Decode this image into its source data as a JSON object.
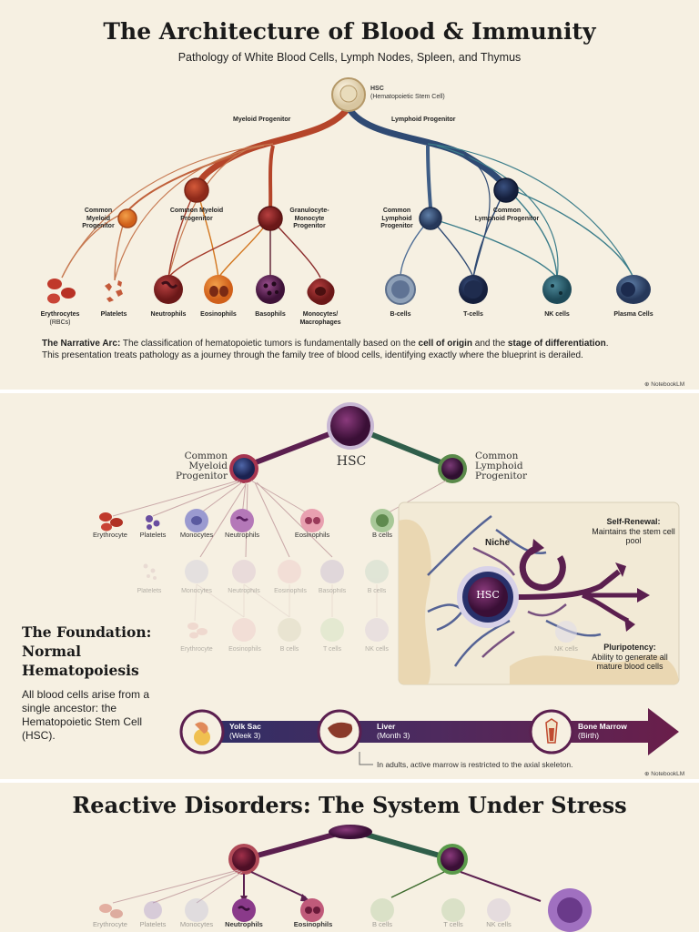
{
  "panel1": {
    "title": "The Architecture of Blood & Immunity",
    "subtitle": "Pathology of White Blood Cells, Lymph Nodes, Spleen, and Thymus",
    "hsc_label": "HSC",
    "hsc_sub": "(Hematopoietic Stem Cell)",
    "myeloid_branch": "Myeloid Progenitor",
    "lymphoid_branch": "Lymphoid Progenitor",
    "cmp_left": [
      "Common",
      "Myeloid",
      "Progenitor"
    ],
    "cmp_center": [
      "Common Myeloid",
      "Progenitor"
    ],
    "gmp": [
      "Granulocyte-",
      "Monocyte",
      "Progenitor"
    ],
    "clp_left": [
      "Common",
      "Lymphoid",
      "Progenitor"
    ],
    "clp_right": [
      "Common",
      "Lymphoid Progenitor"
    ],
    "cells": [
      "Erythrocytes",
      "(RBCs)",
      "Platelets",
      "Neutrophils",
      "Eosinophils",
      "Basophils",
      "Monocytes/",
      "Macrophages",
      "B-cells",
      "T-cells",
      "NK cells",
      "Plasma Cells"
    ],
    "narrative_lead": "The Narrative Arc:",
    "narrative_a": " The classification of hematopoietic tumors is fundamentally based on the ",
    "narrative_b1": "cell of origin",
    "narrative_c": " and the ",
    "narrative_b2": "stage of differentiation",
    "narrative_d": ".",
    "narrative_2": "This presentation treats pathology as a journey through the family tree of blood cells, identifying exactly where the blueprint is derailed.",
    "brand": "NotebookLM"
  },
  "panel2": {
    "hsc": "HSC",
    "cmp": [
      "Common",
      "Myeloid",
      "Progenitor"
    ],
    "clp": [
      "Common",
      "Lymphoid",
      "Progenitor"
    ],
    "row1": [
      "Erythrocyte",
      "Platelets",
      "Monocytes",
      "Neutrophils",
      "Eosinophils",
      "B cells"
    ],
    "row2": [
      "Platelets",
      "Monocytes",
      "Neutrophils",
      "Eosinophils",
      "Basophils",
      "B cells"
    ],
    "row3": [
      "Erythrocyte",
      "Eosinophils",
      "B cells",
      "T cells",
      "NK cells",
      "NK cells"
    ],
    "foundation_title": "The Foundation: Normal Hematopoiesis",
    "foundation_body": "All blood cells arise from a single ancestor: the Hematopoietic Stem Cell (HSC).",
    "niche": "Niche",
    "niche_hsc": "HSC",
    "self_renewal_title": "Self-Renewal:",
    "self_renewal_text": "Maintains the stem cell pool",
    "pluripotency_title": "Pluripotency:",
    "pluripotency_text": "Ability to generate all mature blood cells",
    "timeline": [
      {
        "place": "Yolk Sac",
        "time": "(Week 3)"
      },
      {
        "place": "Liver",
        "time": "(Month 3)"
      },
      {
        "place": "Bone Marrow",
        "time": "(Birth)"
      }
    ],
    "timeline_note": "In adults, active marrow is restricted to the axial skeleton.",
    "brand": "NotebookLM"
  },
  "panel3": {
    "title": "Reactive Disorders: The System Under Stress",
    "row": [
      "Erythrocyte",
      "Platelets",
      "Monocytes",
      "Neutrophils",
      "Eosinophils",
      "B cells",
      "T cells",
      "NK cells"
    ]
  },
  "colors": {
    "myeloid": "#b5452a",
    "lymphoid": "#2f4a73",
    "purple": "#5b1f4f",
    "cream": "#f6f0e2"
  }
}
